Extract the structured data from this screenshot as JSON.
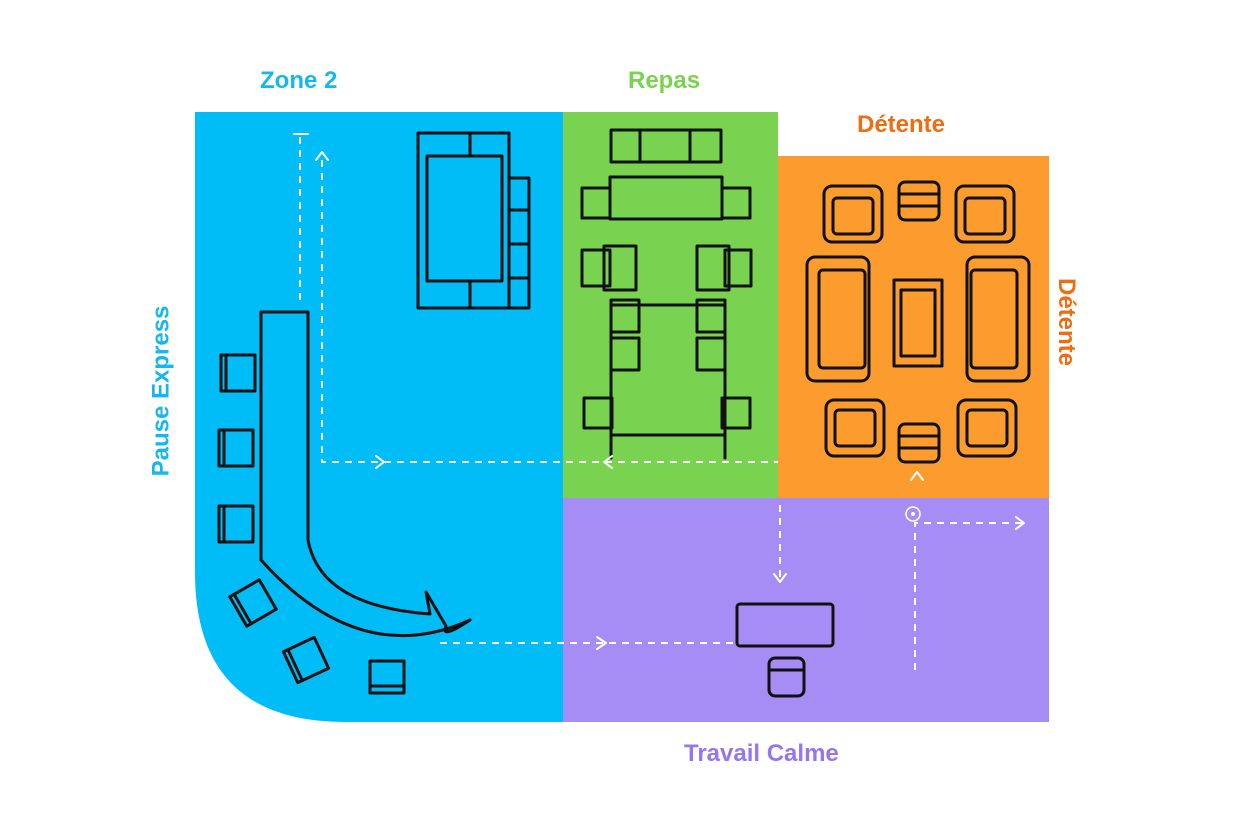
{
  "zones": {
    "zone2": {
      "label": "Zone 2",
      "color": "#00BDF7"
    },
    "repas": {
      "label": "Repas",
      "color": "#79D350"
    },
    "detente": {
      "label": "Détente",
      "side_label": "Détente",
      "color": "#FC9C2E",
      "text_color": "#EF6C10"
    },
    "travail": {
      "label": "Travail Calme",
      "color": "#A68CF5",
      "text_color": "#9576EE"
    },
    "pause": {
      "label": "Pause Express",
      "text_color": "#16B7EF"
    }
  },
  "paths": {
    "color": "#ffffff",
    "style": "dashed"
  },
  "furniture_color": "#111111"
}
